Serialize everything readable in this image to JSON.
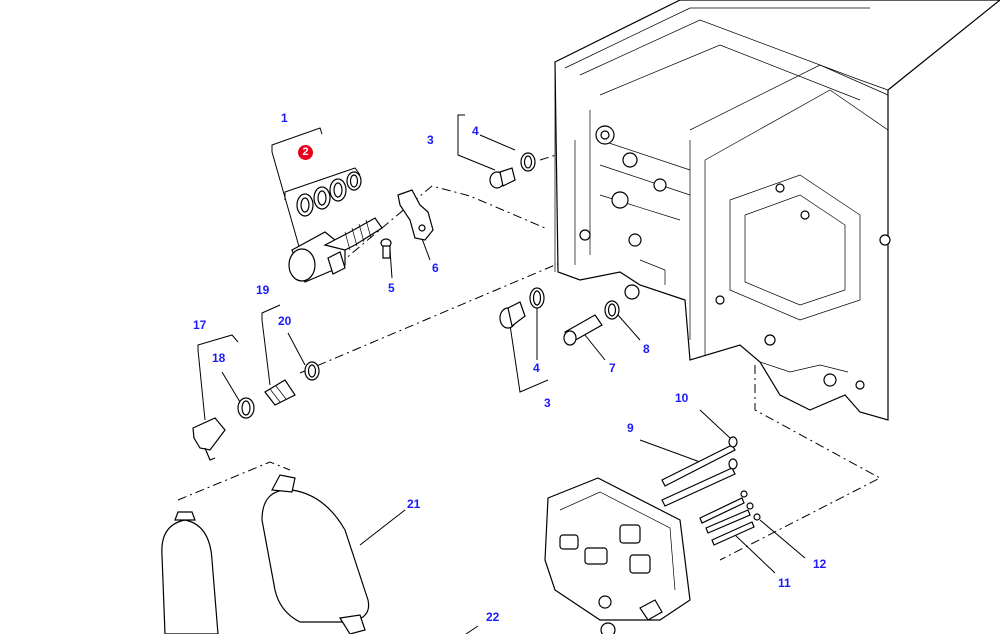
{
  "diagram": {
    "callouts": [
      {
        "id": "c1",
        "label": "1"
      },
      {
        "id": "c2",
        "label": "2",
        "highlight": true
      },
      {
        "id": "c3a",
        "label": "3"
      },
      {
        "id": "c3b",
        "label": "3"
      },
      {
        "id": "c4a",
        "label": "4"
      },
      {
        "id": "c4b",
        "label": "4"
      },
      {
        "id": "c5",
        "label": "5"
      },
      {
        "id": "c6",
        "label": "6"
      },
      {
        "id": "c7",
        "label": "7"
      },
      {
        "id": "c8",
        "label": "8"
      },
      {
        "id": "c9",
        "label": "9"
      },
      {
        "id": "c10",
        "label": "10"
      },
      {
        "id": "c11",
        "label": "11"
      },
      {
        "id": "c12",
        "label": "12"
      },
      {
        "id": "c17",
        "label": "17"
      },
      {
        "id": "c18",
        "label": "18"
      },
      {
        "id": "c19",
        "label": "19"
      },
      {
        "id": "c20",
        "label": "20"
      },
      {
        "id": "c21",
        "label": "21"
      },
      {
        "id": "c22",
        "label": "22"
      }
    ],
    "colors": {
      "callout_text": "#1a1aff",
      "highlight_badge": "#e8001c",
      "line": "#000000",
      "background": "#ffffff"
    }
  }
}
